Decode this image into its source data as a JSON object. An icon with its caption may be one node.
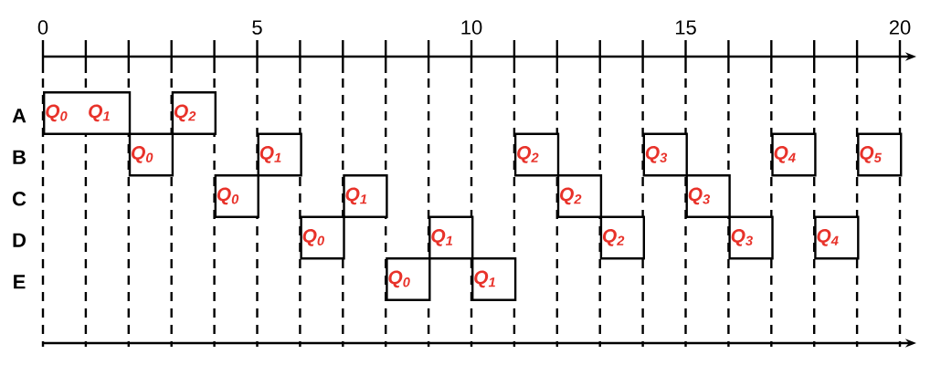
{
  "diagram": {
    "nodes": [
      {
        "text": [
          "Q$_{0}$",
          "Q$_{1}$"
        ]
      },
      {
        "text": [
          "Q$_{2}$"
        ]
      },
      {
        "text": [
          "Q$_{0}$"
        ]
      },
      {
        "text": [
          "Q$_{1}$"
        ]
      },
      {
        "text": [
          "Q$_{2}$"
        ]
      },
      {
        "text": [
          "Q$_{3}$"
        ]
      },
      {
        "text": [
          "Q$_{4}$"
        ]
      },
      {
        "text": [
          "Q$_{5}$"
        ]
      },
      {
        "text": [
          "Q$_{0}$"
        ]
      },
      {
        "text": [
          "Q$_{1}$"
        ]
      },
      {
        "text": [
          "Q$_{2}$"
        ]
      },
      {
        "text": [
          "Q$_{3}$"
        ]
      },
      {
        "text": [
          "Q$_{0}$"
        ]
      },
      {
        "text": [
          "Q$_{1}$"
        ]
      },
      {
        "text": [
          "Q$_{2}$"
        ]
      },
      {
        "text": [
          "Q$_{3}$"
        ]
      },
      {
        "text": [
          "Q$_{4}$"
        ]
      },
      {
        "text": [
          "Q$_{0}$"
        ]
      },
      {
        "text": [
          "Q$_{1}$"
        ]
      }
    ],
    "labels": [
      "0",
      "5",
      "10",
      "15",
      "20",
      "A",
      "B",
      "C",
      "D",
      "E"
    ]
  }
}
